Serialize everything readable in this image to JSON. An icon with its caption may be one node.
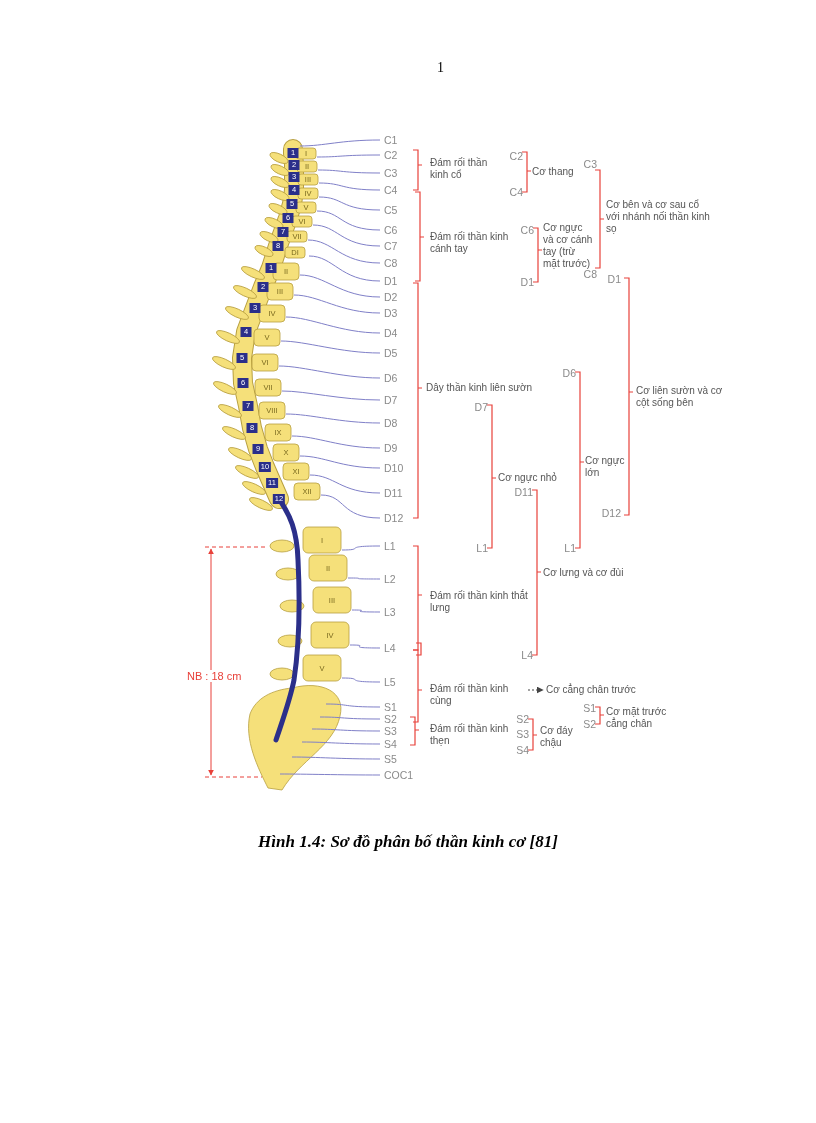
{
  "diagram": {
    "caption": "Hình 1.4: Sơ đồ phân bố thần kinh cơ [81]",
    "nodes": [
      {
        "text": [
          "Đám rối thần kinh cùng"
        ]
      },
      {
        "text": [
          "Cơ cẳng chân trước"
        ]
      }
    ],
    "edges": [
      {
        "from": 0,
        "to": 1,
        "arrow": "to",
        "style": "dashed"
      }
    ],
    "labels": [
      "1",
      "1",
      "2",
      "3",
      "4",
      "5",
      "6",
      "7",
      "8",
      "1",
      "2",
      "3",
      "4",
      "5",
      "6",
      "7",
      "8",
      "9",
      "10",
      "11",
      "12",
      "I",
      "II",
      "III",
      "IV",
      "V",
      "VI",
      "VII",
      "DI",
      "II",
      "III",
      "IV",
      "V",
      "VI",
      "VII",
      "VIII",
      "IX",
      "X",
      "XI",
      "XII",
      "I",
      "II",
      "III",
      "IV",
      "V",
      "NB : 18 cm",
      "C1",
      "C2",
      "C3",
      "C4",
      "C5",
      "C6",
      "C7",
      "C8",
      "D1",
      "D2",
      "D3",
      "D4",
      "D5",
      "D6",
      "D7",
      "D8",
      "D9",
      "D10",
      "D11",
      "D12",
      "L1",
      "L2",
      "L3",
      "L4",
      "L5",
      "S1",
      "S2",
      "S3",
      "S4",
      "S5",
      "COC1",
      "Đám rối thần kinh cổ",
      "Đám rối thần kinh cánh tay",
      "Dây thần kinh liên sườn",
      "Đám rối thần kinh thắt lưng",
      "Đám rối thần kinh thẹn",
      "C2",
      "Cơ thang",
      "C4",
      "C3",
      "Cơ bên và cơ sau cổ với nhánh nối thần kinh sọ",
      "C6",
      "Cơ ngực và cơ cánh tay (trừ mặt trước)",
      "D1",
      "C8",
      "D1",
      "D6",
      "Cơ liên sườn và cơ cột sống bên",
      "D7",
      "Cơ ngực lớn",
      "Cơ ngực nhỏ",
      "D11",
      "D12",
      "L1",
      "L1",
      "Cơ lưng và cơ đùi",
      "L4",
      "S1",
      "S2",
      "Cơ mặt trước cẳng chân",
      "S2",
      "S3",
      "Cơ đáy chậu",
      "S4"
    ]
  }
}
